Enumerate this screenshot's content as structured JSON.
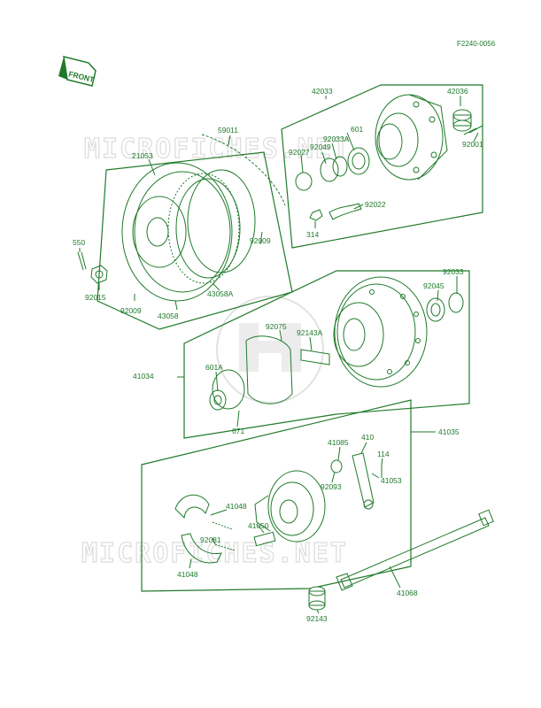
{
  "diagram_code": "F2240-0056",
  "front_label": "FRONT",
  "watermark_top": "MICROFICHES.NET",
  "watermark_bottom": "MICROFICHES.NET",
  "colors": {
    "ink": "#1f7a2a",
    "watermark": "#dcdcdc",
    "background": "#ffffff"
  },
  "parts": {
    "p42033": "42033",
    "p42036": "42036",
    "p601": "601",
    "p92033A": "92033A",
    "p92049": "92049",
    "p92001": "92001",
    "p92027": "92027",
    "p92022": "92022",
    "p314": "314",
    "p59011": "59011",
    "p21053": "21053",
    "p92009a": "92009",
    "p550": "550",
    "p92015": "92015",
    "p92009b": "92009",
    "p43058": "43058",
    "p43058A": "43058A",
    "p92075": "92075",
    "p92143A": "92143A",
    "p92045": "92045",
    "p92033": "92033",
    "p41034": "41034",
    "p601A": "601A",
    "p671": "671",
    "p41035": "41035",
    "p41085": "41085",
    "p410": "410",
    "p114": "114",
    "p92093": "92093",
    "p41053": "41053",
    "p41048a": "41048",
    "p92081": "92081",
    "p41050": "41050",
    "p41048b": "41048",
    "p41068": "41068",
    "p92143": "92143"
  }
}
